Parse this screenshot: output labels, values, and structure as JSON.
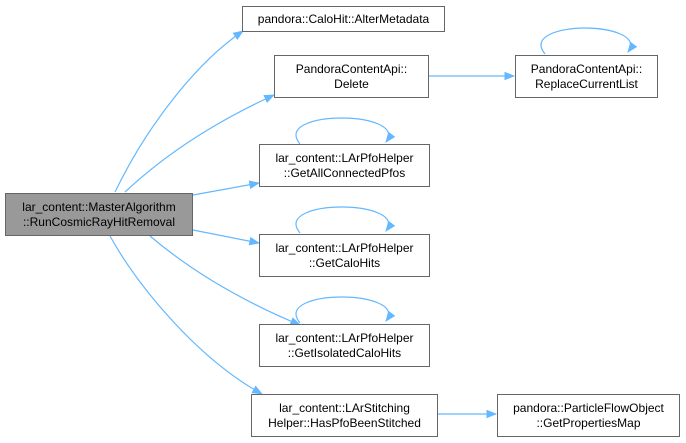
{
  "nodes": {
    "root": {
      "line1": "lar_content::MasterAlgorithm",
      "line2": "::RunCosmicRayHitRemoval"
    },
    "alter_metadata": {
      "line1": "pandora::CaloHit::AlterMetadata"
    },
    "api_delete": {
      "line1": "PandoraContentApi::",
      "line2": "Delete"
    },
    "replace_current_list": {
      "line1": "PandoraContentApi::",
      "line2": "ReplaceCurrentList"
    },
    "get_all_connected_pfos": {
      "line1": "lar_content::LArPfoHelper",
      "line2": "::GetAllConnectedPfos"
    },
    "get_calo_hits": {
      "line1": "lar_content::LArPfoHelper",
      "line2": "::GetCaloHits"
    },
    "get_isolated_calo_hits": {
      "line1": "lar_content::LArPfoHelper",
      "line2": "::GetIsolatedCaloHits"
    },
    "has_pfo_been_stitched": {
      "line1": "lar_content::LArStitching",
      "line2": "Helper::HasPfoBeenStitched"
    },
    "get_properties_map": {
      "line1": "pandora::ParticleFlowObject",
      "line2": "::GetPropertiesMap"
    }
  },
  "edge_color": "#63b8ff",
  "root_color": "#999999"
}
